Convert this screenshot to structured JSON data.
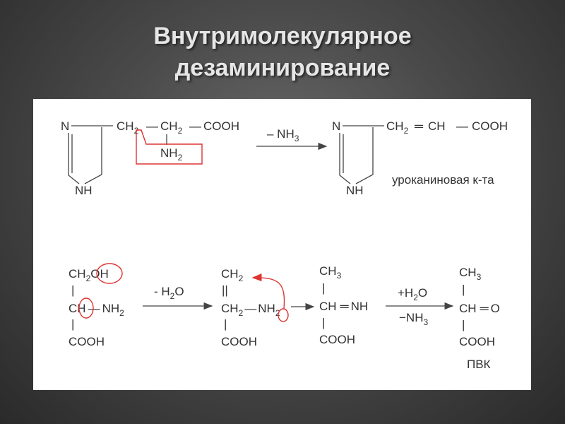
{
  "title": {
    "line1": "Внутримолекулярное",
    "line2": "дезаминирование"
  },
  "reaction1": {
    "reactant": {
      "ring_n": "N",
      "ring_nh": "NH",
      "ch": "CH",
      "two": "2",
      "dash": "—",
      "ch_b": "CH",
      "two_b": "2",
      "dash_b": "—",
      "cooh": "COOH",
      "nh": "NH",
      "nh_sub": "2"
    },
    "arrow_label": {
      "main": "– NH",
      "sub": "3"
    },
    "product": {
      "ring_n": "N",
      "ring_nh": "NH",
      "ch2": "CH",
      "two": "2",
      "dbl": "═",
      "ch": "CH",
      "dash": "—",
      "cooh": "COOH",
      "name": "уроканиновая к-та"
    }
  },
  "reaction2": {
    "serine": {
      "ch2": "CH",
      "two": "2",
      "oh": "OH",
      "bar1": "|",
      "c": "C",
      "h": "H",
      "dash": "—",
      "nh": "NH",
      "nh_sub": "2",
      "bar2": "|",
      "cooh": "COOH"
    },
    "arrow1_label": {
      "main": "- H",
      "sub": "2",
      "tail": "O"
    },
    "intermediate1": {
      "ch2": "CH",
      "two": "2",
      "dbl": "||",
      "ch2b": "CH",
      "twob": "2",
      "dash": "—",
      "nh": "NH",
      "nh_sub": "2",
      "bar": "|",
      "cooh": "COOH"
    },
    "intermediate2": {
      "ch3": "CH",
      "three": "3",
      "bar1": "|",
      "ch": "CH",
      "dbl": "═",
      "nh": "NH",
      "bar2": "|",
      "cooh": "COOH"
    },
    "arrow3_label_top": {
      "main": "+H",
      "sub": "2",
      "tail": "O"
    },
    "arrow3_label_bottom": {
      "main": "−NH",
      "sub": "3"
    },
    "product": {
      "ch3": "CH",
      "three": "3",
      "bar1": "|",
      "ch": "CH",
      "dbl": "═",
      "o": "O",
      "bar2": "|",
      "cooh": "COOH",
      "name": "ПВК"
    }
  },
  "colors": {
    "highlight": "#dd3333",
    "text": "#333333"
  }
}
